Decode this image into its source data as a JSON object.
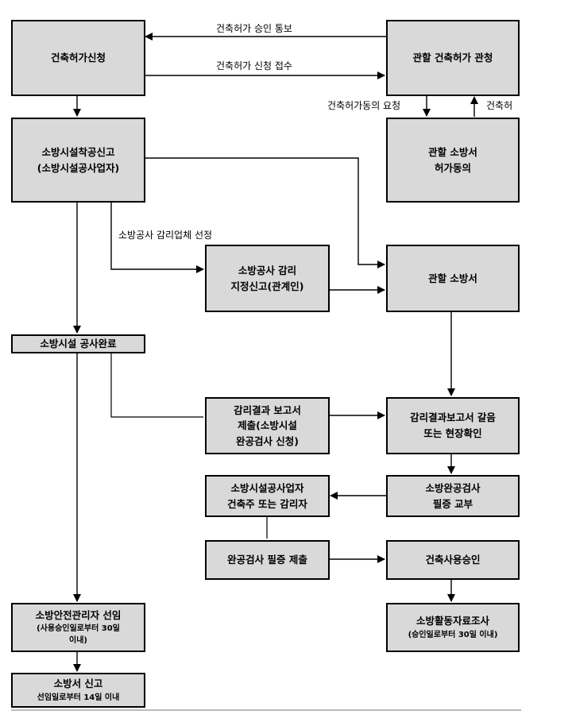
{
  "boxes": {
    "b1": [
      "건축허가신청"
    ],
    "b2": [
      "관할 건축허가 관청"
    ],
    "b3": [
      "소방시설착공신고",
      "(소방시설공사업자)"
    ],
    "b4": [
      "관할 소방서",
      "허가동의"
    ],
    "b5": [
      "소방공사 감리",
      "지정신고(관계인)"
    ],
    "b6": [
      "관할 소방서"
    ],
    "b7": [
      "소방시설 공사완료"
    ],
    "b8": [
      "감리결과 보고서",
      "제출(소방시설",
      "완공검사 신청)"
    ],
    "b9": [
      "감리결과보고서 갈음",
      "또는 현장확인"
    ],
    "b10": [
      "소방시설공사업자",
      "건축주 또는 감리자"
    ],
    "b11": [
      "소방완공검사",
      "필증 교부"
    ],
    "b12": [
      "완공검사 필증 제출"
    ],
    "b13": [
      "건축사용승인"
    ],
    "b14": [
      "소방안전관리자 선임",
      "(사용승인일로부터 30일",
      "이내)"
    ],
    "b15": [
      "소방활동자료조사",
      "(승인일로부터 30일 이내)"
    ],
    "b16": [
      "소방서 신고",
      "선임일로부터 14일 이내"
    ]
  },
  "labels": {
    "approval_notice": "건축허가 승인 통보",
    "application_received": "건축허가 신청 접수",
    "consent_request": "건축허가동의 요청",
    "consent_reply": "건축허",
    "supervisor_selection": "소방공사 감리업체 선정"
  }
}
